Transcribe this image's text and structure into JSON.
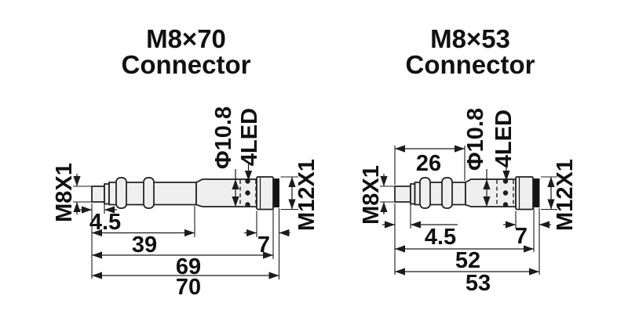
{
  "diagrams": [
    {
      "title": {
        "line1": "M8×70",
        "line2": "Connector"
      },
      "labels": {
        "sensor_thread": "M8X1",
        "housing_diameter": "Φ10.8",
        "led": "4LED",
        "connector_thread": "M12X1"
      },
      "dimensions": {
        "tip_length": "4.5",
        "barrel_length": "39",
        "connector_length": "7",
        "length_to_ring": "69",
        "overall_length": "70"
      }
    },
    {
      "title": {
        "line1": "M8×53",
        "line2": "Connector"
      },
      "labels": {
        "sensor_thread": "M8X1",
        "housing_diameter": "Φ10.8",
        "led": "4LED",
        "connector_thread": "M12X1"
      },
      "dimensions": {
        "thread_length": "26",
        "tip_length": "4.5",
        "connector_length": "7",
        "length_to_ring": "52",
        "overall_length": "53"
      }
    }
  ]
}
